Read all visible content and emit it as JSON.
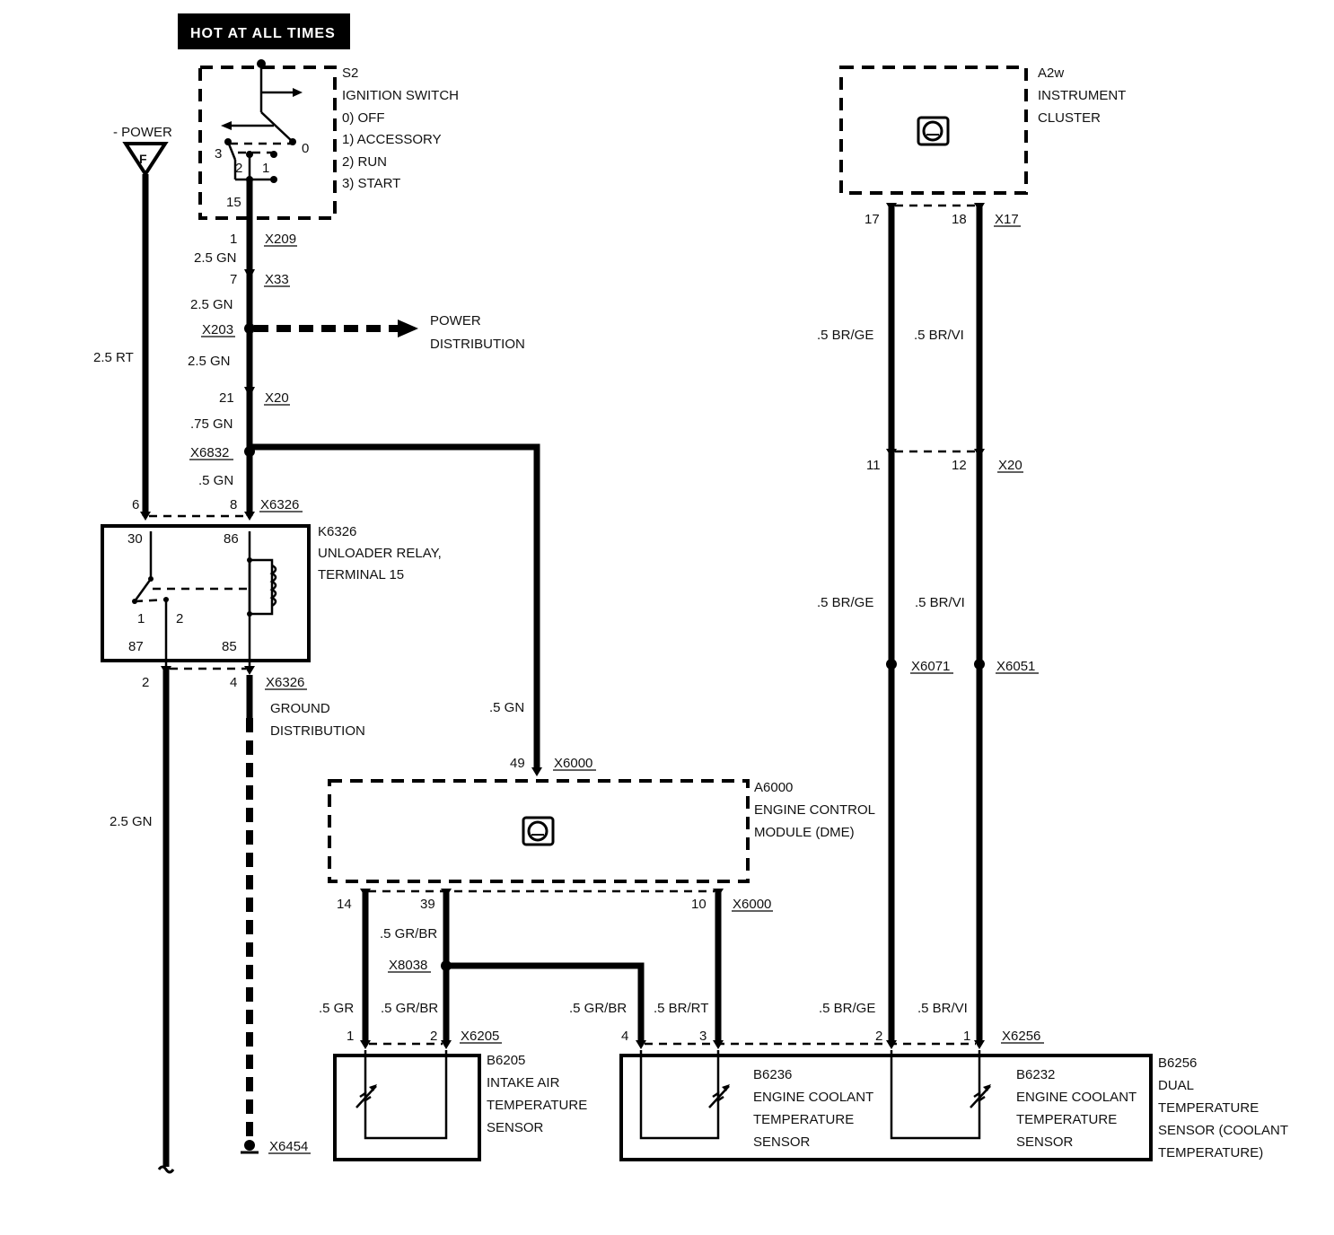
{
  "hot_label": "HOT AT ALL TIMES",
  "power_label": "- POWER",
  "fuse": "F",
  "s2": {
    "id": "S2",
    "name": "IGNITION SWITCH",
    "pos": [
      "0)  OFF",
      "1)  ACCESSORY",
      "2)  RUN",
      "3)  START"
    ],
    "n0": "0",
    "n1": "1",
    "n2": "2",
    "n3": "3",
    "n15": "15"
  },
  "a2w": {
    "id": "A2w",
    "name1": "INSTRUMENT",
    "name2": "CLUSTER"
  },
  "k6326": {
    "id": "K6326",
    "name1": "UNLOADER RELAY,",
    "name2": "TERMINAL 15",
    "t30": "30",
    "t86": "86",
    "t87": "87",
    "t85": "85",
    "t1": "1",
    "t2": "2"
  },
  "a6000": {
    "id": "A6000",
    "name1": "ENGINE CONTROL",
    "name2": "MODULE (DME)"
  },
  "b6205": {
    "id": "B6205",
    "name1": "INTAKE AIR",
    "name2": "TEMPERATURE",
    "name3": "SENSOR"
  },
  "b6236": {
    "id": "B6236",
    "name1": "ENGINE COOLANT",
    "name2": "TEMPERATURE",
    "name3": "SENSOR"
  },
  "b6232": {
    "id": "B6232",
    "name1": "ENGINE COOLANT",
    "name2": "TEMPERATURE",
    "name3": "SENSOR"
  },
  "b6256": {
    "id": "B6256",
    "name1": "DUAL",
    "name2": "TEMPERATURE",
    "name3": "SENSOR (COOLANT",
    "name4": "TEMPERATURE)"
  },
  "power_dist": {
    "l1": "POWER",
    "l2": "DISTRIBUTION"
  },
  "ground_dist": {
    "l1": "GROUND",
    "l2": "DISTRIBUTION"
  },
  "connectors": {
    "x209": "X209",
    "x33": "X33",
    "x203": "X203",
    "x20a": "X20",
    "x6832": "X6832",
    "x6326a": "X6326",
    "x6326b": "X6326",
    "x6000a": "X6000",
    "x6000b": "X6000",
    "x8038": "X8038",
    "x6205": "X6205",
    "x6454": "X6454",
    "x17": "X17",
    "x20b": "X20",
    "x6071": "X6071",
    "x6051": "X6051",
    "x6256": "X6256"
  },
  "pins": {
    "p1": "1",
    "p7": "7",
    "p21": "21",
    "p6": "6",
    "p8": "8",
    "p2": "2",
    "p4": "4",
    "p49": "49",
    "p14": "14",
    "p39": "39",
    "p10": "10",
    "pb1": "1",
    "pb2": "2",
    "pc4": "4",
    "pc3": "3",
    "pc2": "2",
    "pc1": "1",
    "p17": "17",
    "p18": "18",
    "p11": "11",
    "p12": "12"
  },
  "wires": {
    "w1": "2.5 GN",
    "w2": "2.5 GN",
    "w3": "2.5 GN",
    "w4": ".75 GN",
    "w5": ".5 GN",
    "w6": "2.5 RT",
    "w7": "2.5 GN",
    "w8": ".5 GN",
    "w9": ".5 GR/BR",
    "w10": ".5 GR",
    "w11": ".5 GR/BR",
    "w12": ".5 GR/BR",
    "w13": ".5 BR/RT",
    "w14": ".5 BR/GE",
    "w15": ".5 BR/VI",
    "w16": ".5 BR/GE",
    "w17": ".5 BR/VI",
    "w18": ".5 BR/GE",
    "w19": ".5 BR/VI"
  }
}
